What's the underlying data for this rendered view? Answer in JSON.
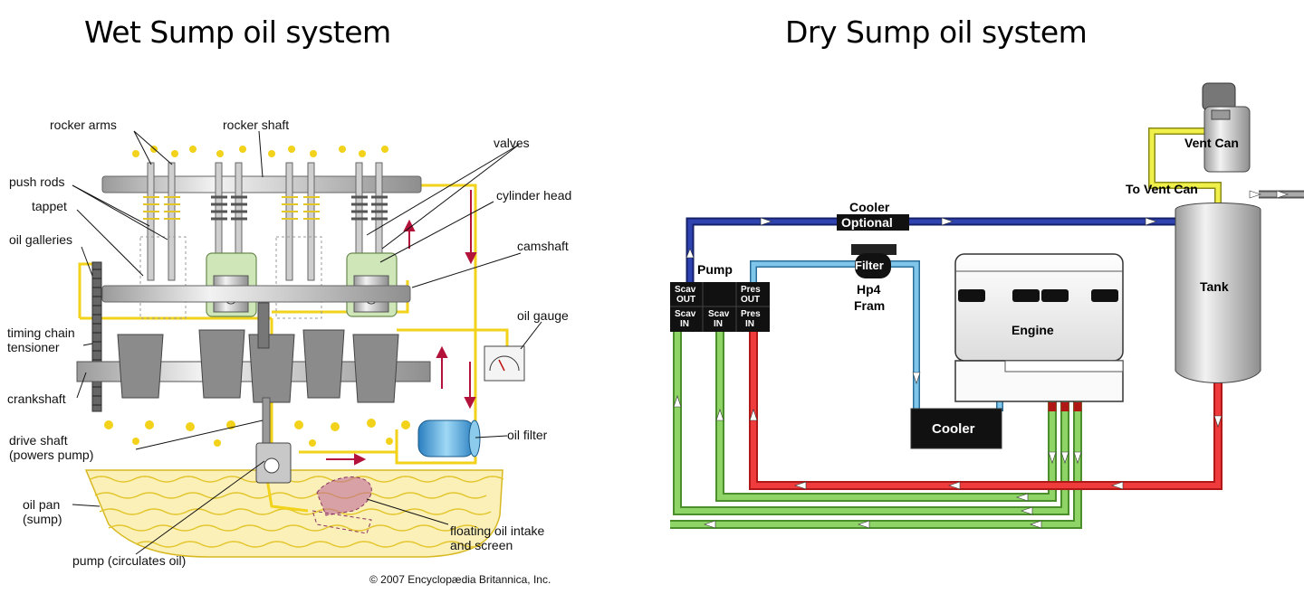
{
  "titles": {
    "wet": "Wet Sump oil system",
    "dry": "Dry Sump oil system"
  },
  "wet_sump": {
    "labels": {
      "rocker_arms": "rocker arms",
      "rocker_shaft": "rocker shaft",
      "valves": "valves",
      "push_rods": "push rods",
      "tappet": "tappet",
      "cylinder_head": "cylinder head",
      "oil_galleries": "oil galleries",
      "camshaft": "camshaft",
      "oil_gauge": "oil gauge",
      "timing_chain_tensioner_1": "timing chain",
      "timing_chain_tensioner_2": "tensioner",
      "crankshaft": "crankshaft",
      "drive_shaft_1": "drive shaft",
      "drive_shaft_2": "(powers pump)",
      "oil_filter": "oil filter",
      "oil_pan_1": "oil pan",
      "oil_pan_2": "(sump)",
      "floating_intake_1": "floating oil intake",
      "floating_intake_2": "and screen",
      "pump": "pump (circulates oil)",
      "copyright": "© 2007 Encyclopædia Britannica, Inc."
    },
    "colors": {
      "oil": "#f2d21a",
      "metal": "#8a8a8a",
      "accent": "#b3123a"
    }
  },
  "dry_sump": {
    "labels": {
      "vent_can": "Vent Can",
      "to_vent_can": "To Vent Can",
      "cooler_top": "Cooler",
      "optional": "Optional",
      "pump": "Pump",
      "filter": "Filter",
      "hp4": "Hp4",
      "fram": "Fram",
      "tank": "Tank",
      "engine": "Engine",
      "cooler_box": "Cooler",
      "scav_out_1": "Scav",
      "scav_out_2": "OUT",
      "pres_out_1": "Pres",
      "pres_out_2": "OUT",
      "scav_in_a_1": "Scav",
      "scav_in_a_2": "IN",
      "scav_in_b_1": "Scav",
      "scav_in_b_2": "IN",
      "pres_in_1": "Pres",
      "pres_in_2": "IN"
    },
    "colors": {
      "blue_line": "#1b2a7a",
      "light_blue": "#5ab4dc",
      "green": "#62b43c",
      "red": "#e03030",
      "yellow": "#e8e840"
    }
  }
}
